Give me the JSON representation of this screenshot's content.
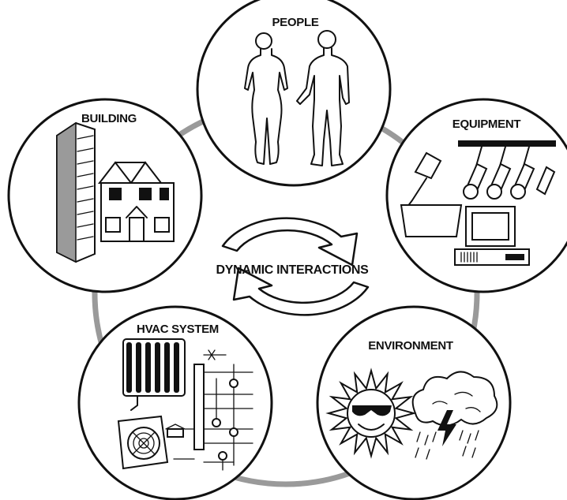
{
  "center": {
    "label": "DYNAMIC INTERACTIONS"
  },
  "nodes": {
    "people": {
      "label": "PEOPLE"
    },
    "building": {
      "label": "BUILDING"
    },
    "equipment": {
      "label": "EQUIPMENT"
    },
    "hvac": {
      "label": "HVAC SYSTEM"
    },
    "environment": {
      "label": "ENVIRONMENT"
    }
  },
  "colors": {
    "ring": "#9a9a9a",
    "ink": "#111111",
    "background": "#ffffff"
  }
}
